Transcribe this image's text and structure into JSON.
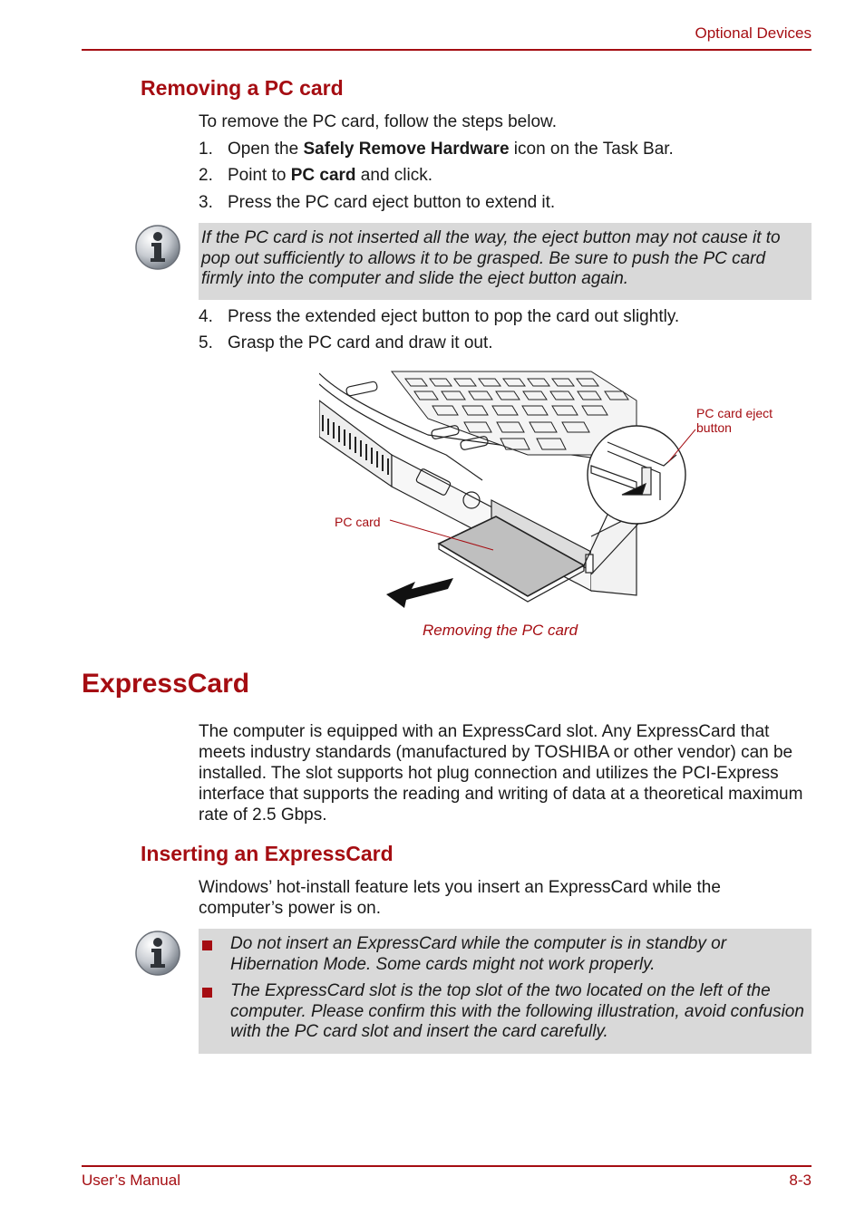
{
  "header": {
    "section": "Optional Devices"
  },
  "removing": {
    "heading": "Removing a PC card",
    "intro": "To remove the PC card, follow the steps below.",
    "steps": [
      {
        "num": "1.",
        "pre": "Open the ",
        "bold": "Safely Remove Hardware",
        "post": " icon on the Task Bar."
      },
      {
        "num": "2.",
        "pre": "Point to ",
        "bold": "PC card",
        "post": " and click."
      },
      {
        "num": "3.",
        "text": "Press the PC card eject button to extend it."
      }
    ],
    "note": "If the PC card is not inserted all the way, the eject button may not cause it to pop out sufficiently to allows it to be grasped. Be sure to push the PC card firmly into the computer and slide the eject button again.",
    "steps2": [
      {
        "num": "4.",
        "text": "Press the extended eject button to pop the card out slightly."
      },
      {
        "num": "5.",
        "text": "Grasp the PC card and draw it out."
      }
    ],
    "figure": {
      "label_eject": "PC card eject button",
      "label_card": "PC card",
      "caption": "Removing the PC card"
    }
  },
  "expresscard": {
    "heading": "ExpressCard",
    "paragraph": "The computer is equipped with an ExpressCard slot. Any ExpressCard that meets industry standards (manufactured by TOSHIBA or other vendor) can be installed. The slot supports hot plug connection and utilizes the PCI-Express interface that supports the reading and writing of data at a theoretical maximum rate of 2.5 Gbps.",
    "inserting_heading": "Inserting an ExpressCard",
    "inserting_intro": "Windows’ hot-install feature lets you insert an ExpressCard while the computer’s power is on.",
    "notes": [
      "Do not insert an ExpressCard while the computer is in standby or Hibernation Mode. Some cards might not work properly.",
      "The ExpressCard slot is the top slot of the two located on the left of the computer. Please confirm this with the following illustration, avoid confusion with the PC card slot and insert the card carefully."
    ]
  },
  "footer": {
    "left": "User’s Manual",
    "right": "8-3"
  },
  "colors": {
    "accent": "#a50d12",
    "note_bg": "#d9d9d9"
  },
  "icons": {
    "note": "info-icon"
  }
}
